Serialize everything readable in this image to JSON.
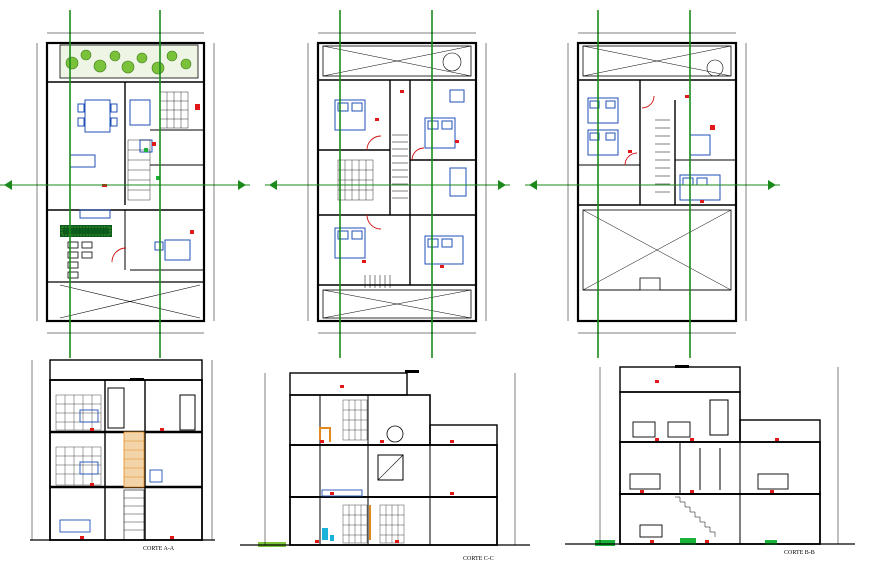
{
  "sections": {
    "a": "CORTE A-A",
    "c": "CORTE C-C",
    "b": "CORTE B-B"
  },
  "colors": {
    "wall": "#000000",
    "axis": "#1a8a1a",
    "furniture": "#1f4fb5",
    "accent_red": "#e01818",
    "door_arc": "#d01010",
    "stair": "#e08a20",
    "plant": "#7ac23a"
  }
}
